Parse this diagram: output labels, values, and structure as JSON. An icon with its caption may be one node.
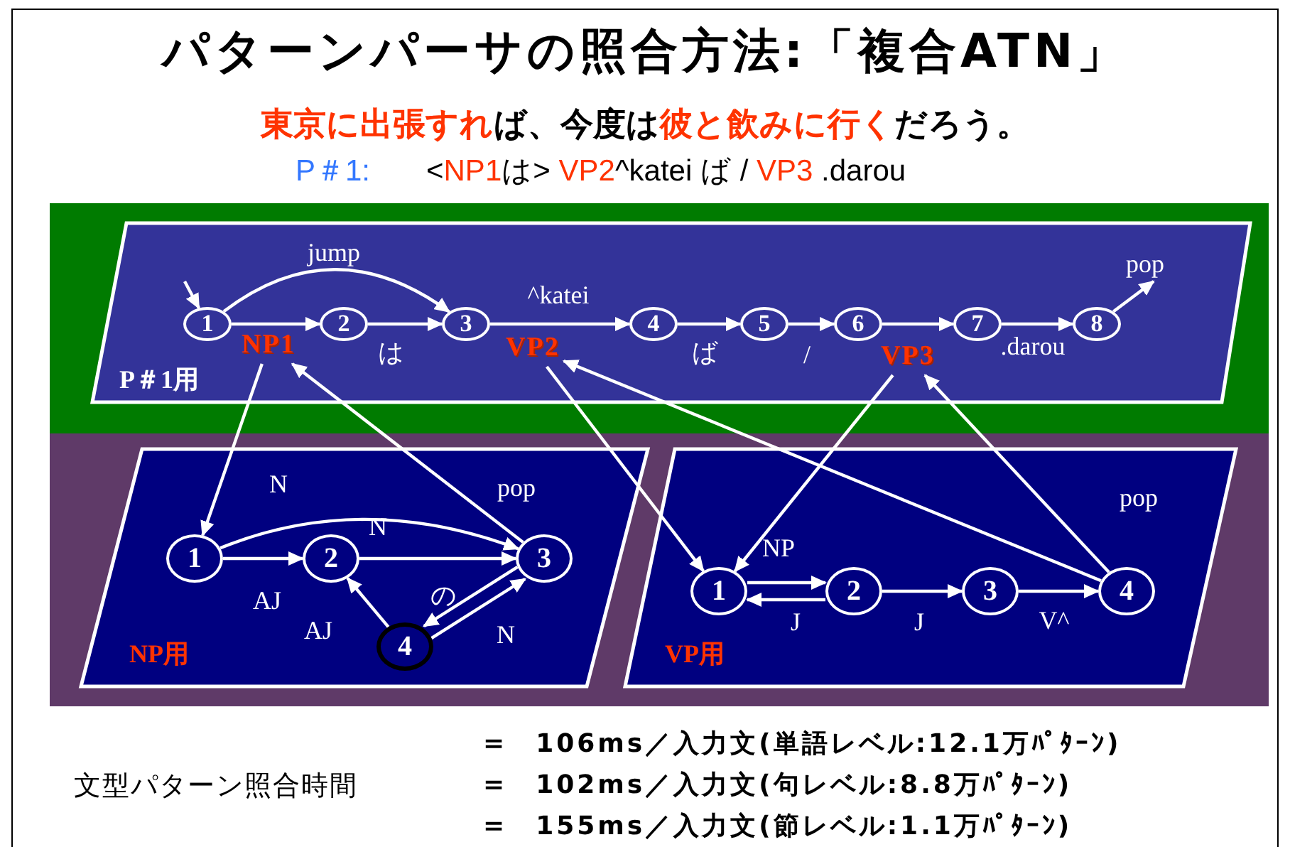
{
  "diagram": {
    "title": "パターンパーサの照合方法:「複合ATN」",
    "nodes": [
      {
        "text": [
          "P＃1用"
        ]
      },
      {
        "text": [
          "1"
        ],
        "in": 0
      },
      {
        "text": [
          "2"
        ],
        "in": 0
      },
      {
        "text": [
          "3"
        ],
        "in": 0
      },
      {
        "text": [
          "4"
        ],
        "in": 0
      },
      {
        "text": [
          "5"
        ],
        "in": 0
      },
      {
        "text": [
          "6"
        ],
        "in": 0
      },
      {
        "text": [
          "7"
        ],
        "in": 0
      },
      {
        "text": [
          "8"
        ],
        "in": 0
      },
      {
        "text": [
          "NP1"
        ],
        "in": 0
      },
      {
        "text": [
          "VP2"
        ],
        "in": 0
      },
      {
        "text": [
          "VP3"
        ],
        "in": 0
      },
      {
        "text": [
          "NP用"
        ]
      },
      {
        "text": [
          "1"
        ],
        "in": 12
      },
      {
        "text": [
          "2"
        ],
        "in": 12
      },
      {
        "text": [
          "3"
        ],
        "in": 12
      },
      {
        "text": [
          "4"
        ],
        "in": 12
      },
      {
        "text": [
          "VP用"
        ]
      },
      {
        "text": [
          "1"
        ],
        "in": 17
      },
      {
        "text": [
          "2"
        ],
        "in": 17
      },
      {
        "text": [
          "3"
        ],
        "in": 17
      },
      {
        "text": [
          "4"
        ],
        "in": 17
      }
    ],
    "edges": [
      {
        "from": null,
        "to": 1,
        "arrow": "to"
      },
      {
        "from": 1,
        "to": 2,
        "arrow": "to"
      },
      {
        "from": 1,
        "to": 3,
        "arrow": "to",
        "label": "jump"
      },
      {
        "from": 2,
        "to": 3,
        "arrow": "to",
        "label": "は"
      },
      {
        "from": 3,
        "to": 4,
        "arrow": "to",
        "label": "^katei"
      },
      {
        "from": 4,
        "to": 5,
        "arrow": "to",
        "label": "ば"
      },
      {
        "from": 5,
        "to": 6,
        "arrow": "to",
        "label": "/"
      },
      {
        "from": 6,
        "to": 7,
        "arrow": "to"
      },
      {
        "from": 7,
        "to": 8,
        "arrow": "to",
        "label": ".darou"
      },
      {
        "from": 8,
        "to": null,
        "arrow": "to",
        "label": "pop"
      },
      {
        "from": 9,
        "to": 13,
        "arrow": "to"
      },
      {
        "from": 15,
        "to": 9,
        "arrow": "to"
      },
      {
        "from": 10,
        "to": 18,
        "arrow": "to"
      },
      {
        "from": 21,
        "to": 10,
        "arrow": "to"
      },
      {
        "from": 11,
        "to": 18,
        "arrow": "to"
      },
      {
        "from": 21,
        "to": 11,
        "arrow": "to"
      },
      {
        "from": 13,
        "to": 14,
        "arrow": "to",
        "label": "AJ"
      },
      {
        "from": 13,
        "to": 15,
        "arrow": "to",
        "label": "N"
      },
      {
        "from": 14,
        "to": 15,
        "arrow": "to",
        "label": "N"
      },
      {
        "from": 15,
        "to": 16,
        "arrow": "to",
        "label": "の"
      },
      {
        "from": 16,
        "to": 15,
        "arrow": "to",
        "label": "N"
      },
      {
        "from": 16,
        "to": 14,
        "arrow": "to",
        "label": "AJ"
      },
      {
        "from": 18,
        "to": 19,
        "arrow": "to",
        "label": "NP"
      },
      {
        "from": 19,
        "to": 18,
        "arrow": "to",
        "label": "J"
      },
      {
        "from": 19,
        "to": 20,
        "arrow": "to",
        "label": "J"
      },
      {
        "from": 20,
        "to": 21,
        "arrow": "to",
        "label": "V^"
      }
    ],
    "labels": [
      "**東京に出張すれ**ば、今度は**彼と飲みに行く**だろう。",
      "P＃1:",
      "<**NP1**は> **VP2**^katei ば / **VP3** .darou",
      "pop",
      "pop",
      "文型パターン照合時間",
      "=　106ms／入力文(単語レベル:12.1万ﾊﾟﾀｰﾝ)",
      "=　102ms／入力文(句レベル:8.8万ﾊﾟﾀｰﾝ)",
      "=　155ms／入力文(節レベル:1.1万ﾊﾟﾀｰﾝ)"
    ]
  }
}
